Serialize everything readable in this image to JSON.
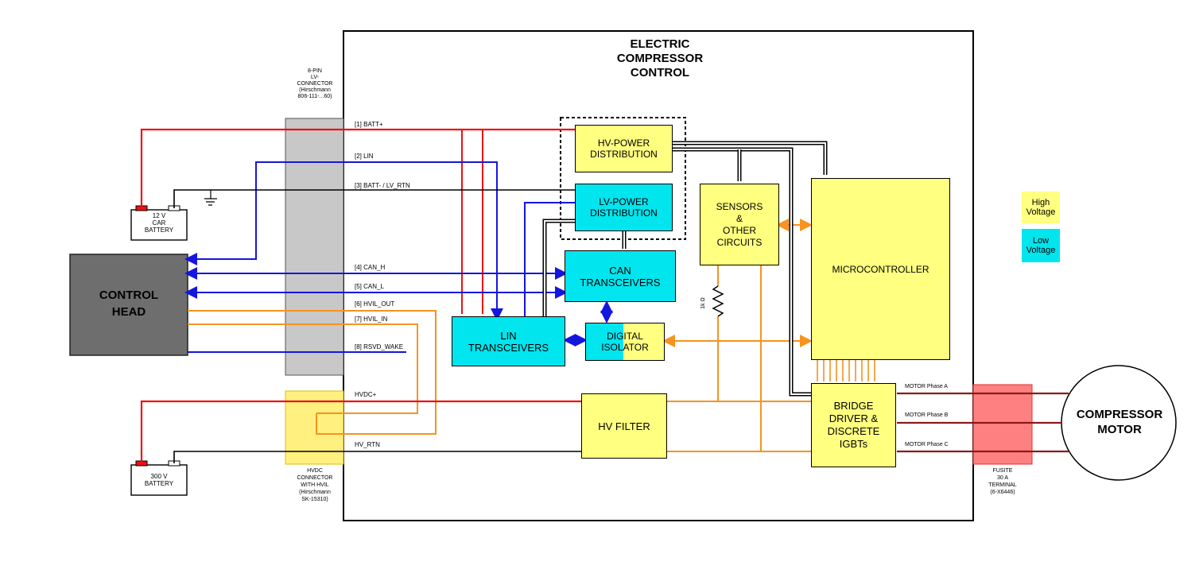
{
  "title": "ELECTRIC\nCOMPRESSOR\nCONTROL",
  "blocks": {
    "hv_power": "HV-POWER\nDISTRIBUTION",
    "lv_power": "LV-POWER\nDISTRIBUTION",
    "sensors": "SENSORS\n&\nOTHER\nCIRCUITS",
    "microcontroller": "MICROCONTROLLER",
    "can_transceivers": "CAN\nTRANSCEIVERS",
    "lin_transceivers": "LIN\nTRANSCEIVERS",
    "digital_isolator": "DIGITAL\nISOLATOR",
    "hv_filter": "HV FILTER",
    "bridge_driver": "BRIDGE\nDRIVER &\nDISCRETE\nIGBTs",
    "control_head": "CONTROL\nHEAD",
    "compressor_motor": "COMPRESSOR\nMOTOR",
    "car_battery": "12 V\nCAR\nBATTERY",
    "hv_battery": "300 V\nBATTERY"
  },
  "connectors": {
    "lv_connector": "8-PIN\nLV-\nCONNECTOR\n(Hirschmann\n806-111-...60)",
    "hvdc_connector": "HVDC\nCONNECTOR\nWITH HVIL\n(Hirschmann\nSK-15310)",
    "fusite": "FUSITE\n30 A\nTERMINAL\n(6-X6446)"
  },
  "pins": [
    "[1] BATT+",
    "[2] LIN",
    "[3] BATT- / LV_RTN",
    "[4] CAN_H",
    "[5] CAN_L",
    "[6] HVIL_OUT",
    "[7] HVIL_IN",
    "[8] RSVD_WAKE"
  ],
  "hv_lines": [
    "HVDC+",
    "HV_RTN"
  ],
  "motor_phases": [
    "MOTOR Phase A",
    "MOTOR Phase B",
    "MOTOR Phase C"
  ],
  "resistor": "1k Ω",
  "legend": [
    {
      "label": "High\nVoltage",
      "color": "#ffff80"
    },
    {
      "label": "Low\nVoltage",
      "color": "#00e5ee"
    }
  ],
  "colors": {
    "hv": "#ffff80",
    "lv": "#00e5ee",
    "control_head": "#6e6e6e",
    "lv_connector": "#c8c8c8",
    "hvdc_connector": "#fff080",
    "fusite": "#ff8080",
    "red_wire": "#ee1111",
    "blue_wire": "#1515e0",
    "orange_wire": "#f7931e",
    "dark_red_wire": "#8b1a1a"
  }
}
